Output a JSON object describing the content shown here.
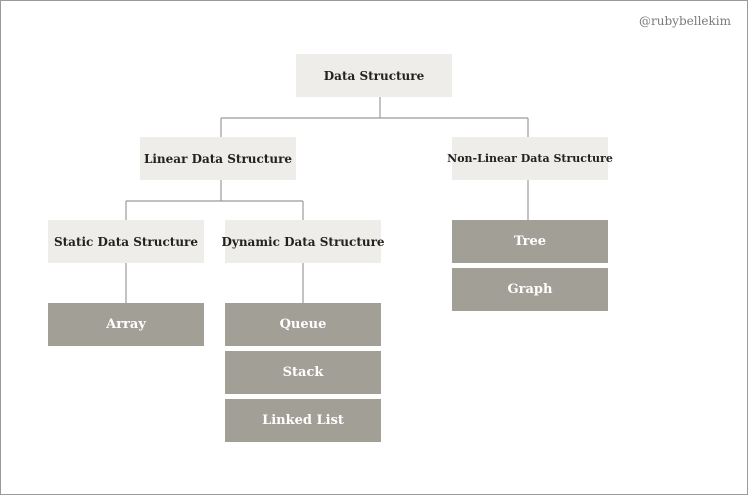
{
  "watermark": "@rubybellekim",
  "nodes": {
    "root": "Data Structure",
    "linear": "Linear Data Structure",
    "nonlinear": "Non-Linear Data Structure",
    "static": "Static Data Structure",
    "dynamic": "Dynamic Data Structure",
    "array": "Array",
    "queue": "Queue",
    "stack": "Stack",
    "linked_list": "Linked List",
    "tree": "Tree",
    "graph": "Graph"
  },
  "colors": {
    "category_box": "#eeede9",
    "leaf_box": "#a29f97",
    "connector": "#9b9b9b"
  }
}
